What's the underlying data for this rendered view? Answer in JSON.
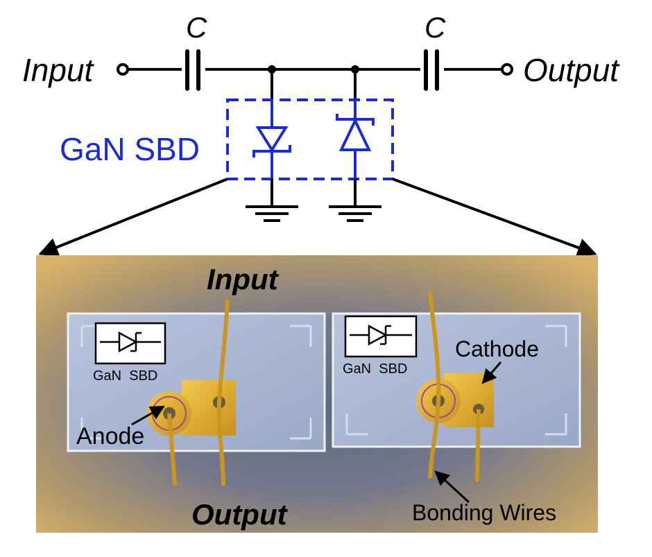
{
  "schematic": {
    "input_label": "Input",
    "output_label": "Output",
    "cap_left_label": "C",
    "cap_right_label": "C",
    "group_label": "GaN SBD",
    "wire_color": "#000000",
    "diode_color": "#1a2bd6"
  },
  "photo": {
    "title_top": "Input",
    "title_bottom": "Output",
    "chip_left_logo_label": "GaN  SBD",
    "chip_right_logo_label": "GaN  SBD",
    "anode_label": "Anode",
    "cathode_label": "Cathode",
    "wires_label": "Bonding Wires"
  }
}
